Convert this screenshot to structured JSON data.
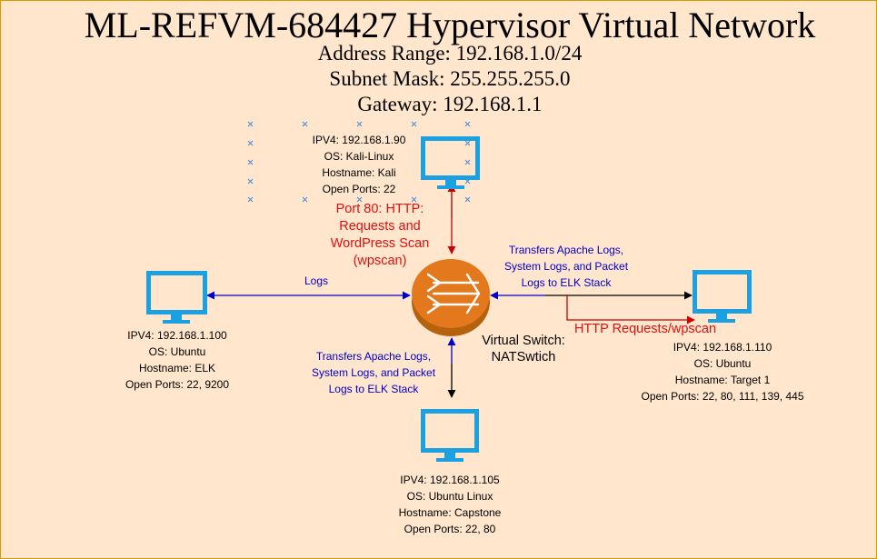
{
  "header": {
    "title": "ML-REFVM-684427 Hypervisor Virtual Network",
    "address_range": "Address Range: 192.168.1.0/24",
    "subnet_mask": "Subnet Mask: 255.255.255.0",
    "gateway": "Gateway: 192.168.1.1"
  },
  "switch": {
    "label_line1": "Virtual Switch:",
    "label_line2": "NATSwtich"
  },
  "hosts": {
    "kali": {
      "ipv4": "IPV4: 192.168.1.90",
      "os": "OS: Kali-Linux",
      "hostname": "Hostname: Kali",
      "ports": "Open Ports: 22"
    },
    "elk": {
      "ipv4": "IPV4: 192.168.1.100",
      "os": "OS: Ubuntu",
      "hostname": "Hostname: ELK",
      "ports": "Open Ports: 22, 9200"
    },
    "target": {
      "ipv4": "IPV4: 192.168.1.110",
      "os": "OS: Ubuntu",
      "hostname": "Hostname: Target 1",
      "ports": "Open Ports: 22, 80, 111, 139, 445"
    },
    "capstone": {
      "ipv4": "IPV4: 192.168.1.105",
      "os": "OS: Ubuntu Linux",
      "hostname": "Hostname: Capstone",
      "ports": "Open Ports: 22, 80"
    }
  },
  "links": {
    "kali_port80": [
      "Port 80: HTTP:",
      "Requests and",
      "WordPress Scan",
      "(wpscan)"
    ],
    "elk_logs": "Logs",
    "target_logs": [
      "Transfers Apache Logs,",
      "System Logs, and Packet",
      "Logs to ELK Stack"
    ],
    "capstone_logs": [
      "Transfers Apache Logs,",
      "System Logs, and Packet",
      "Logs to ELK Stack"
    ],
    "http_wpscan": "HTTP Requests/wpscan"
  },
  "colors": {
    "background": "#ffe6cc",
    "frame": "#d79b00",
    "monitor": "#1ba1e2",
    "switch": "#e3781c",
    "blue_link": "#0000cc",
    "red_link": "#cc0000"
  }
}
